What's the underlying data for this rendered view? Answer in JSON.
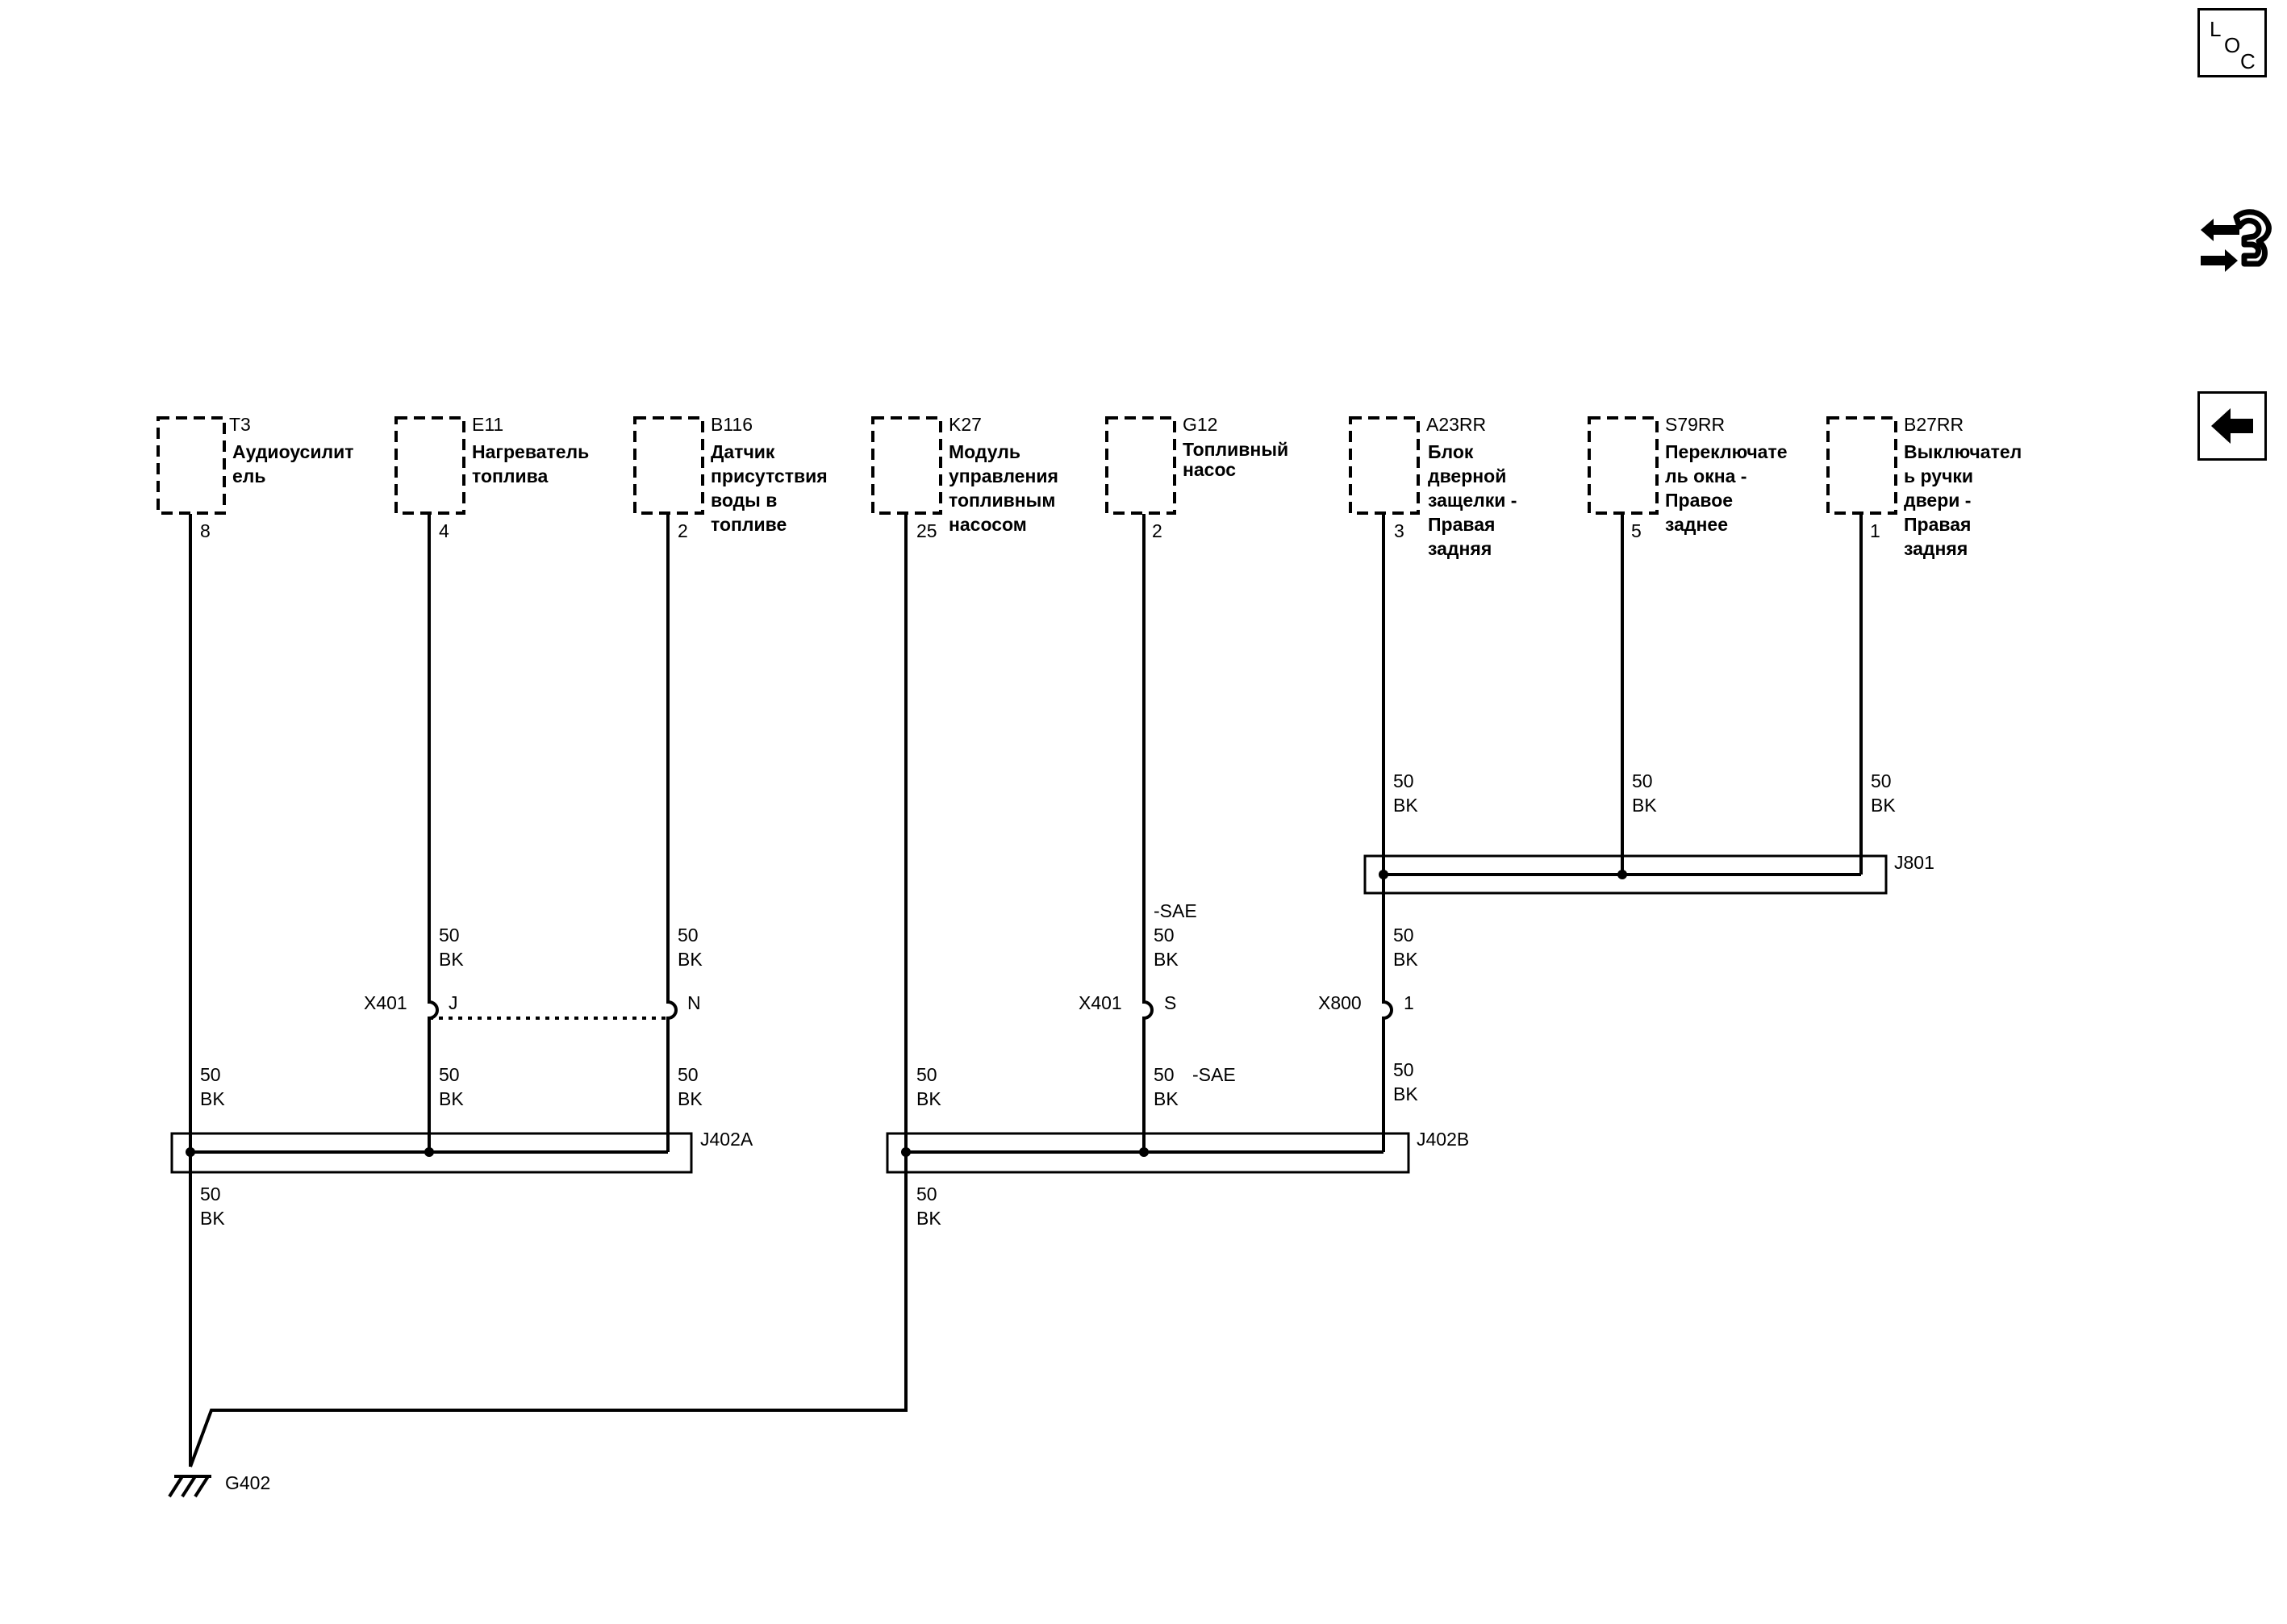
{
  "nav": {
    "loc_letters": [
      "L",
      "O",
      "C"
    ]
  },
  "components": [
    {
      "id": "T3",
      "name_lines": [
        "Аудиоусилит",
        "ель"
      ],
      "pin": "8"
    },
    {
      "id": "E11",
      "name_lines": [
        "Нагреватель",
        "топлива"
      ],
      "pin": "4"
    },
    {
      "id": "B116",
      "name_lines": [
        "Датчик",
        "присутствия",
        "воды в",
        "топливе"
      ],
      "pin": "2"
    },
    {
      "id": "K27",
      "name_lines": [
        "Модуль",
        "управления",
        "топливным",
        "насосом"
      ],
      "pin": "25"
    },
    {
      "id": "G12",
      "name_lines": [
        "Топливный",
        "насос"
      ],
      "pin": "2"
    },
    {
      "id": "A23RR",
      "name_lines": [
        "Блок",
        "дверной",
        "защелки -",
        "Правая",
        "задняя"
      ],
      "pin": "3"
    },
    {
      "id": "S79RR",
      "name_lines": [
        "Переключате",
        "ль окна -",
        "Правое",
        "заднее"
      ],
      "pin": "5"
    },
    {
      "id": "B27RR",
      "name_lines": [
        "Выключател",
        "ь ручки",
        "двери -",
        "Правая",
        "задняя"
      ],
      "pin": "1"
    }
  ],
  "wire": {
    "gauge": "50",
    "color": "BK"
  },
  "option_tag": "-SAE",
  "connectors": [
    {
      "id": "X401",
      "pins": [
        "J",
        "N",
        "S"
      ]
    },
    {
      "id": "X800",
      "pins": [
        "1"
      ]
    }
  ],
  "splices": [
    "J402A",
    "J402B",
    "J801"
  ],
  "ground": "G402"
}
